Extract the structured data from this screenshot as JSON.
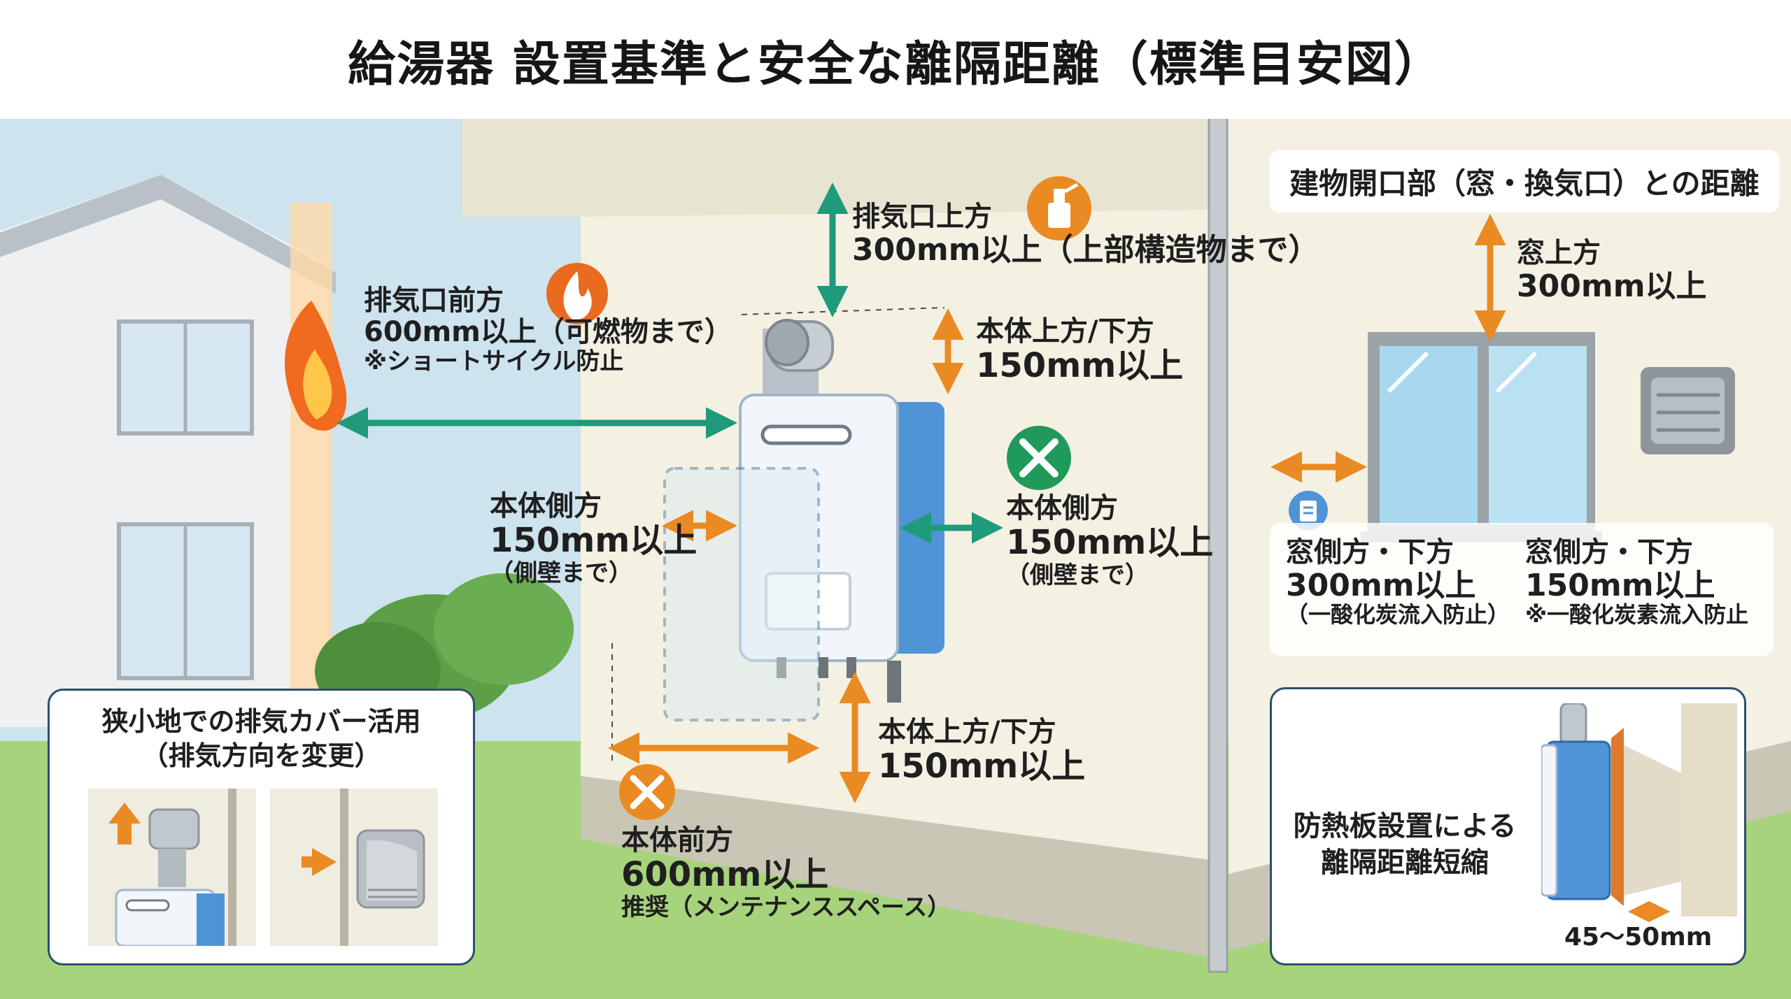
{
  "title": "給湯器 設置基準と安全な離隔距離（標準目安図）",
  "labels": {
    "exhaust_front": {
      "main": "排気口前方",
      "value": "600mm以上（可燃物まで）",
      "note": "※ショートサイクル防止"
    },
    "exhaust_top": {
      "main": "排気口上方",
      "value": "300mm以上（上部構造物まで）"
    },
    "body_top_right": {
      "main": "本体上方/下方",
      "value": "150mm以上"
    },
    "body_side_left": {
      "main": "本体側方",
      "value": "150mm以上",
      "note": "（側壁まで）"
    },
    "body_side_right": {
      "main": "本体側方",
      "value": "150mm以上",
      "note": "（側壁まで）"
    },
    "body_bottom": {
      "main": "本体上方/下方",
      "value": "150mm以上"
    },
    "body_front": {
      "main": "本体前方",
      "value": "600mm以上",
      "note": "推奨（メンテナンススペース）"
    }
  },
  "opening": {
    "title": "建物開口部（窓・換気口）との距離",
    "window_top": {
      "main": "窓上方",
      "value": "300mm以上"
    },
    "window_side_1": {
      "main": "窓側方・下方",
      "value": "300mm以上",
      "note": "（一酸化炭流入防止）"
    },
    "window_side_2": {
      "main": "窓側方・下方",
      "value": "150mm以上",
      "note": "※一酸化炭素流入防止"
    }
  },
  "panel_cover": {
    "line1": "狭小地での排気カバー活用",
    "line2": "（排気方向を変更）"
  },
  "panel_shield": {
    "line1": "防熱板設置による",
    "line2": "離隔距離短縮",
    "gap": "45〜50mm"
  },
  "icons": {
    "flame_badge": "flame-icon",
    "fire_extinguisher_badge": "fire-extinguisher-icon",
    "wrench_screwdriver": "tools-icon",
    "clipboard": "clipboard-icon"
  },
  "colors": {
    "green_arrow": "#1f9a7a",
    "orange_arrow": "#ea8a22",
    "unit_blue": "#4f94d6",
    "badge_orange": "#ea6a1f",
    "badge_green": "#1f9a5a",
    "panel_border": "#2a4f6e"
  }
}
